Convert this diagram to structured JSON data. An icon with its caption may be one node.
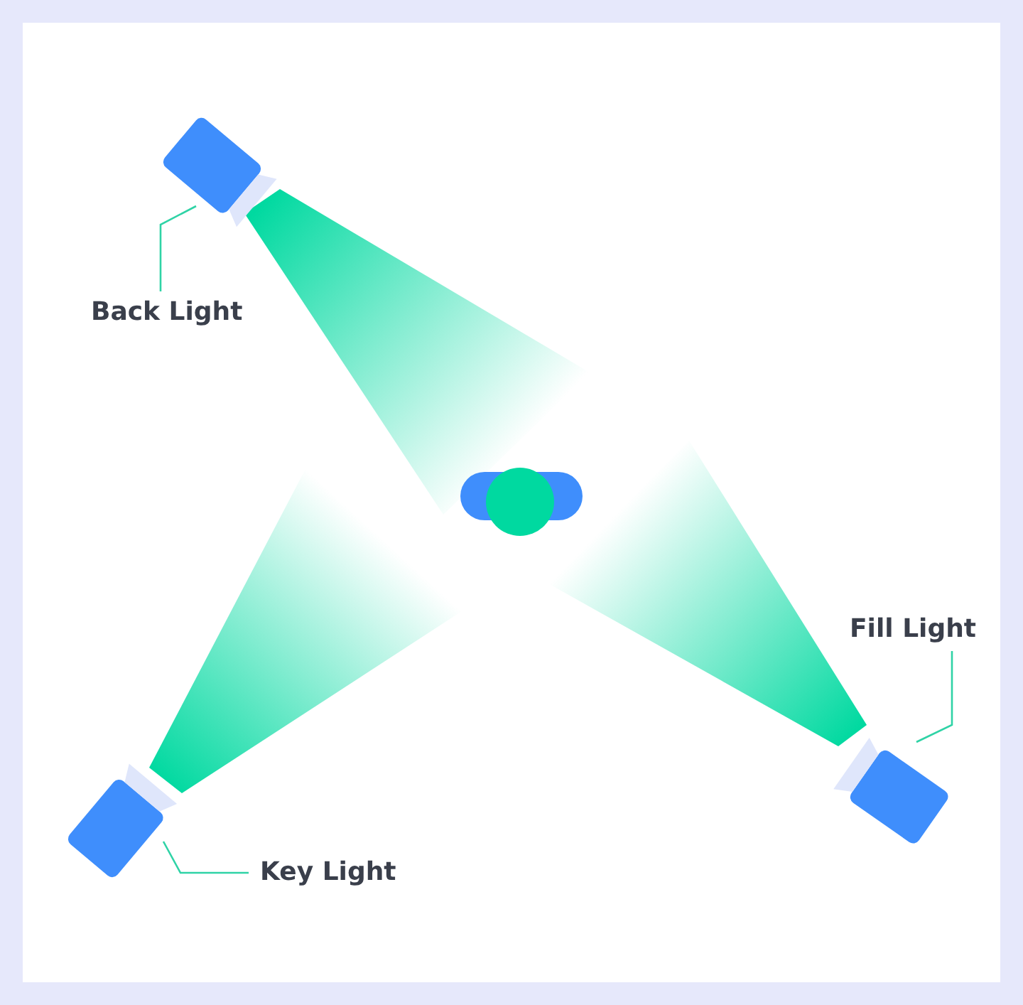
{
  "diagram": {
    "nodes": [
      {
        "text": [
          "Back Light"
        ]
      },
      {
        "text": [],
        "shape": "box"
      },
      {
        "text": [
          "Fill Light"
        ]
      },
      {
        "text": [],
        "shape": "box"
      },
      {
        "text": [
          "Key Light"
        ]
      },
      {
        "text": [],
        "shape": "box"
      }
    ],
    "edges": [
      {
        "from": 0,
        "to": 1,
        "arrow": "none"
      },
      {
        "from": 2,
        "to": 3,
        "arrow": "none"
      },
      {
        "from": 4,
        "to": 5,
        "arrow": "none"
      }
    ]
  }
}
